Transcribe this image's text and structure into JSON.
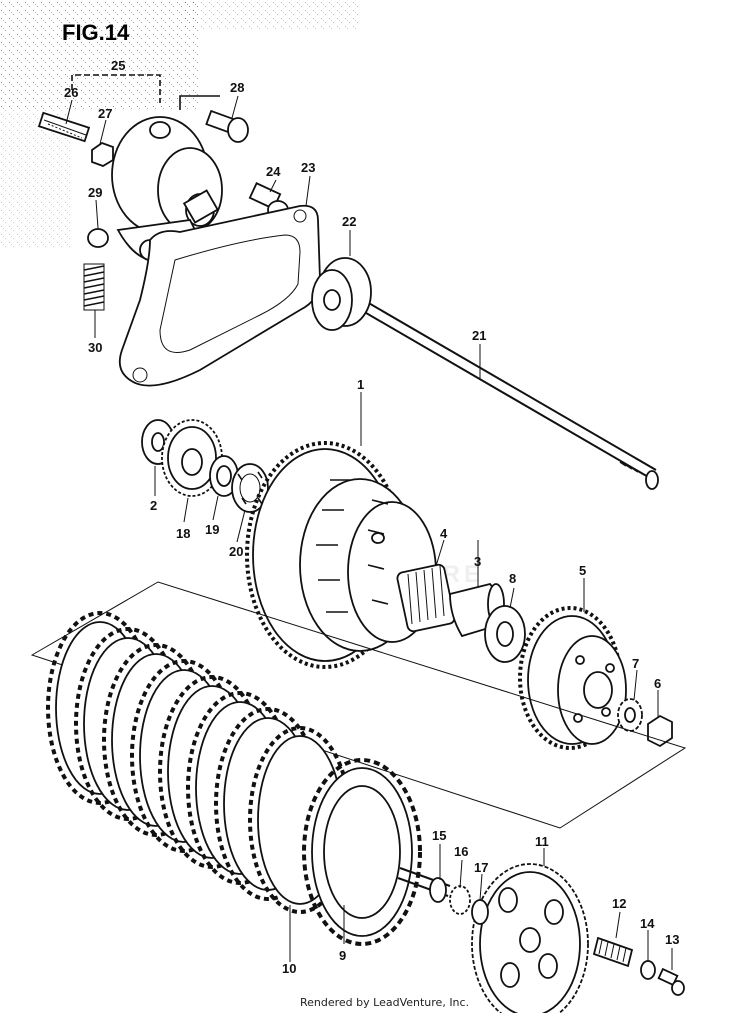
{
  "title": "FIG.14",
  "footer": "Rendered by LeadVenture, Inc.",
  "watermark": "LEADVENTURE",
  "callouts": [
    "1",
    "2",
    "3",
    "4",
    "5",
    "6",
    "7",
    "8",
    "9",
    "10",
    "11",
    "12",
    "13",
    "14",
    "15",
    "16",
    "17",
    "18",
    "19",
    "20",
    "21",
    "22",
    "23",
    "24",
    "25",
    "26",
    "27",
    "28",
    "29",
    "30"
  ]
}
